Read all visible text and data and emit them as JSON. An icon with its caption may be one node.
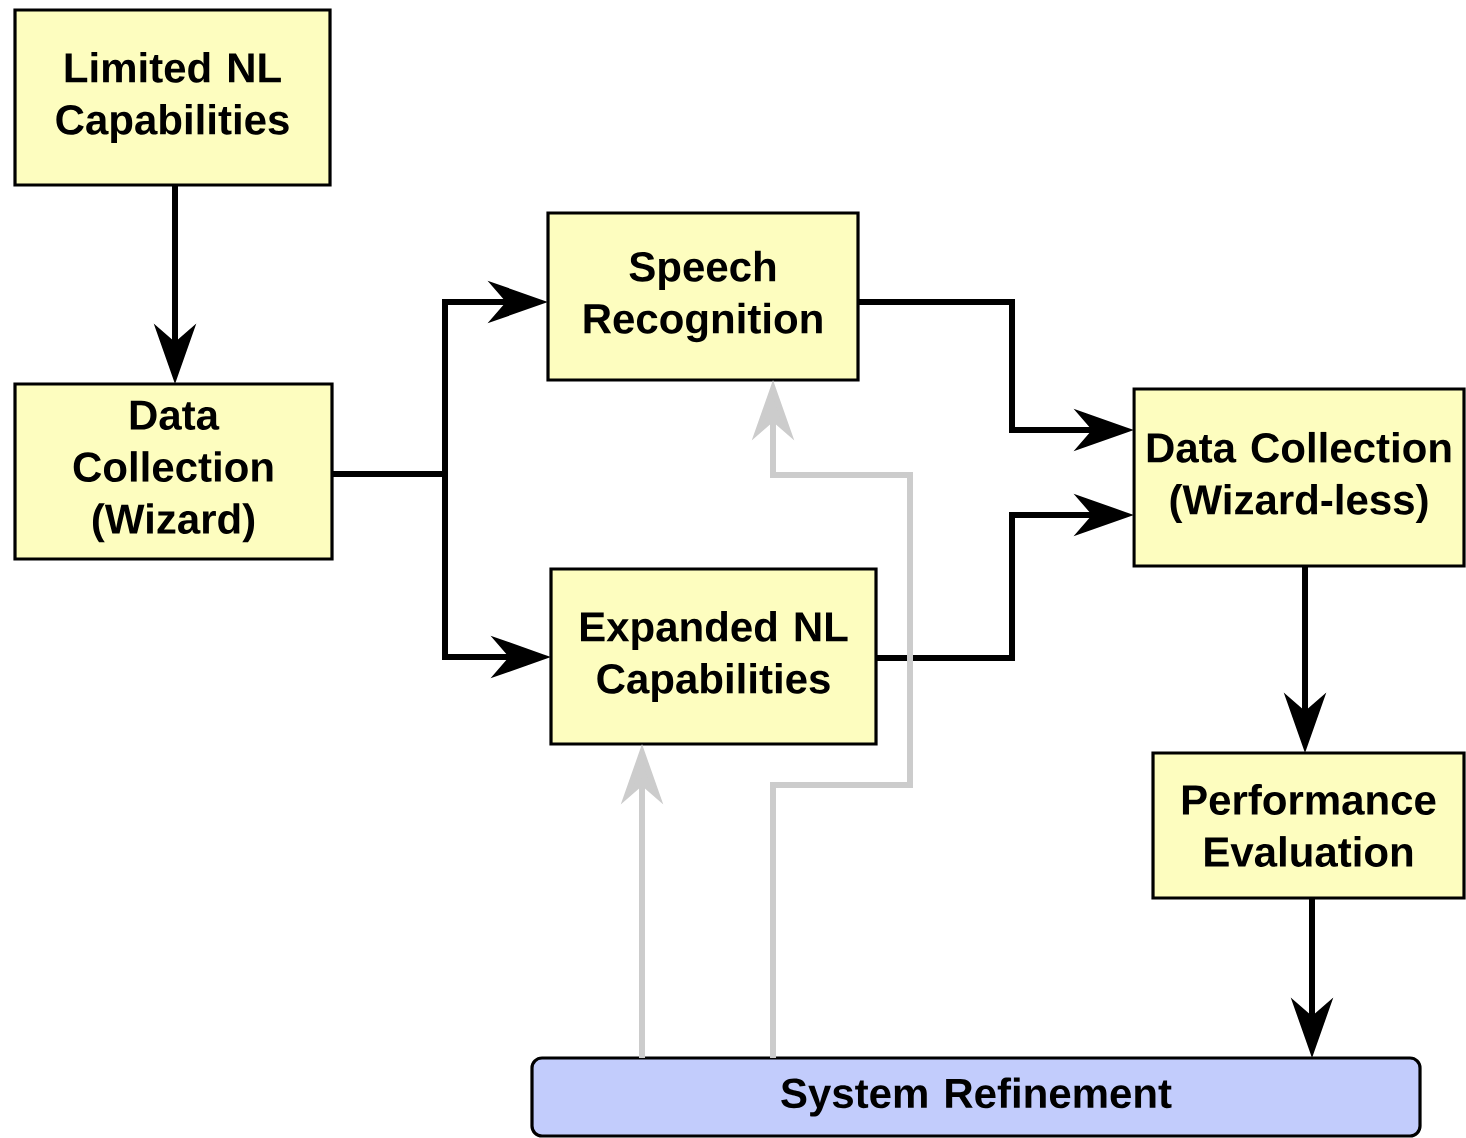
{
  "diagram": {
    "nodes": [
      {
        "text": [
          "Limited NL Capabilities"
        ]
      },
      {
        "text": [
          "Data Collection (Wizard)"
        ]
      },
      {
        "text": [
          "Speech Recognition"
        ]
      },
      {
        "text": [
          "Expanded NL Capabilities"
        ]
      },
      {
        "text": [
          "Data Collection (Wizard-less)"
        ]
      },
      {
        "text": [
          "Performance Evaluation"
        ]
      },
      {
        "text": [
          "System Refinement"
        ]
      }
    ],
    "edges": [
      {
        "from": 0,
        "to": 1,
        "arrow": "to"
      },
      {
        "from": 1,
        "to": 2,
        "arrow": "to"
      },
      {
        "from": 1,
        "to": 3,
        "arrow": "to"
      },
      {
        "from": 2,
        "to": 4,
        "arrow": "to"
      },
      {
        "from": 3,
        "to": 4,
        "arrow": "to"
      },
      {
        "from": 4,
        "to": 5,
        "arrow": "to"
      },
      {
        "from": 5,
        "to": 6,
        "arrow": "to"
      },
      {
        "from": 6,
        "to": 3,
        "arrow": "to",
        "color": "#cccccc"
      },
      {
        "from": 6,
        "to": 2,
        "arrow": "to",
        "color": "#cccccc"
      }
    ]
  }
}
